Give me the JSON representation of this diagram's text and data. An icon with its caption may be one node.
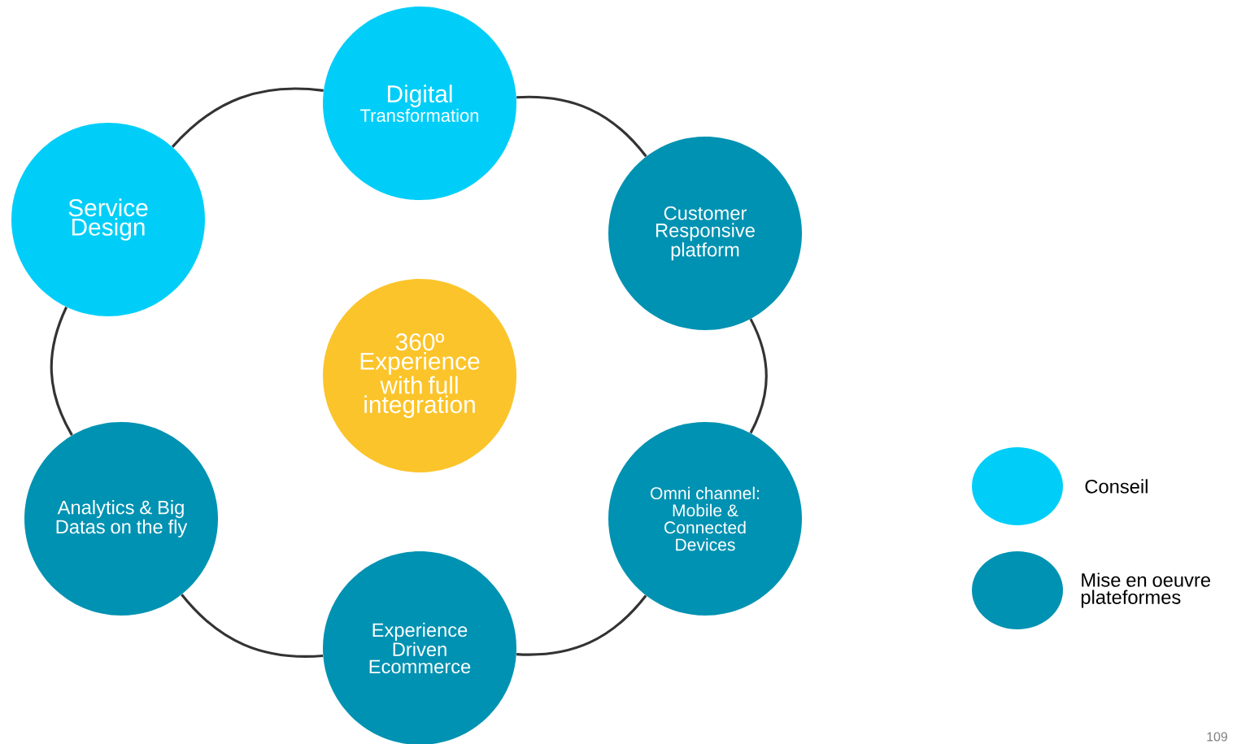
{
  "diagram": {
    "nodes": [
      {
        "text": [
          "Digital",
          "Transformation"
        ]
      },
      {
        "text": [
          "Service Design"
        ]
      },
      {
        "text": [
          "Customer Responsive platform"
        ]
      },
      {
        "text": [
          "360º Experience with full integration"
        ]
      },
      {
        "text": [
          "Analytics & Big Datas on the fly"
        ]
      },
      {
        "text": [
          "Omni channel: Mobile & Connected Devices"
        ]
      },
      {
        "text": [
          "Experience Driven Ecommerce"
        ]
      }
    ],
    "edges": [
      {
        "from": 0,
        "to": 2,
        "arrow": "none"
      },
      {
        "from": 2,
        "to": 5,
        "arrow": "none"
      },
      {
        "from": 5,
        "to": 6,
        "arrow": "none"
      },
      {
        "from": 6,
        "to": 4,
        "arrow": "none"
      },
      {
        "from": 4,
        "to": 1,
        "arrow": "none"
      },
      {
        "from": 1,
        "to": 0,
        "arrow": "none"
      }
    ],
    "labels": [
      "109"
    ],
    "legend": [
      {
        "text": "Conseil",
        "color": "#00cef8"
      },
      {
        "text": "Mise en oeuvre plateformes",
        "color": "#0092b2"
      }
    ]
  }
}
